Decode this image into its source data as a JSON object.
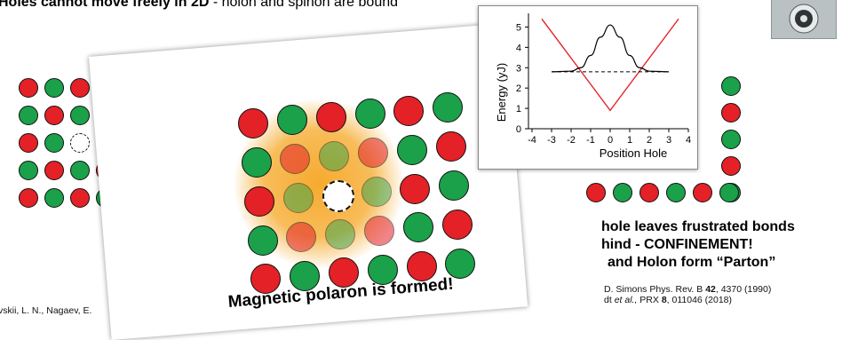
{
  "headline": {
    "bold": "Holes cannot move freely in 2D",
    "rest": " - holon and spinon are bound"
  },
  "caption": "Magnetic polaron is formed!",
  "right_text": {
    "line1": "hole leaves frustrated bonds",
    "line2": "hind - CONFINEMENT!",
    "line3": "and Holon form “Parton”"
  },
  "refs": {
    "left": "vskii, L. N., Nagaev, E.",
    "right1_a": "D. Simons Phys. Rev. B ",
    "right1_b": "42",
    "right1_c": ", 4370 (1990)",
    "right2_a": "dt ",
    "right2_b": "et al.,",
    "right2_c": " PRX ",
    "right2_d": "8",
    "right2_e": ", 011046 (2018)"
  },
  "colors": {
    "spin_up": "#e42127",
    "spin_down": "#1aa14a",
    "polaron_glow": "#f5a623"
  },
  "icons": {
    "cover": "journal-cover-thumbnail"
  },
  "chart_data": {
    "type": "line",
    "xlabel": "Position Hole",
    "ylabel": "Energy (yJ)",
    "xlim": [
      -4,
      4
    ],
    "ylim": [
      0,
      5.5
    ],
    "xticks": [
      "-4",
      "-3",
      "-2",
      "-1",
      "0",
      "1",
      "2",
      "3",
      "4"
    ],
    "yticks": [
      "0",
      "1",
      "2",
      "3",
      "4",
      "5"
    ],
    "series": [
      {
        "color": "#e42127",
        "x": [
          -3.5,
          0,
          3.5
        ],
        "y": [
          5.4,
          0.9,
          5.4
        ]
      },
      {
        "color": "#000000",
        "x": [
          -3,
          -2,
          -1.5,
          -1,
          -0.5,
          0,
          0.5,
          1,
          1.5,
          2,
          3
        ],
        "y": [
          2.8,
          2.83,
          3.0,
          3.6,
          4.5,
          5.1,
          4.5,
          3.6,
          3.0,
          2.83,
          2.8
        ]
      },
      {
        "color": "#000000",
        "dashed": true,
        "x": [
          -3,
          3
        ],
        "y": [
          2.8,
          2.8
        ]
      }
    ]
  }
}
